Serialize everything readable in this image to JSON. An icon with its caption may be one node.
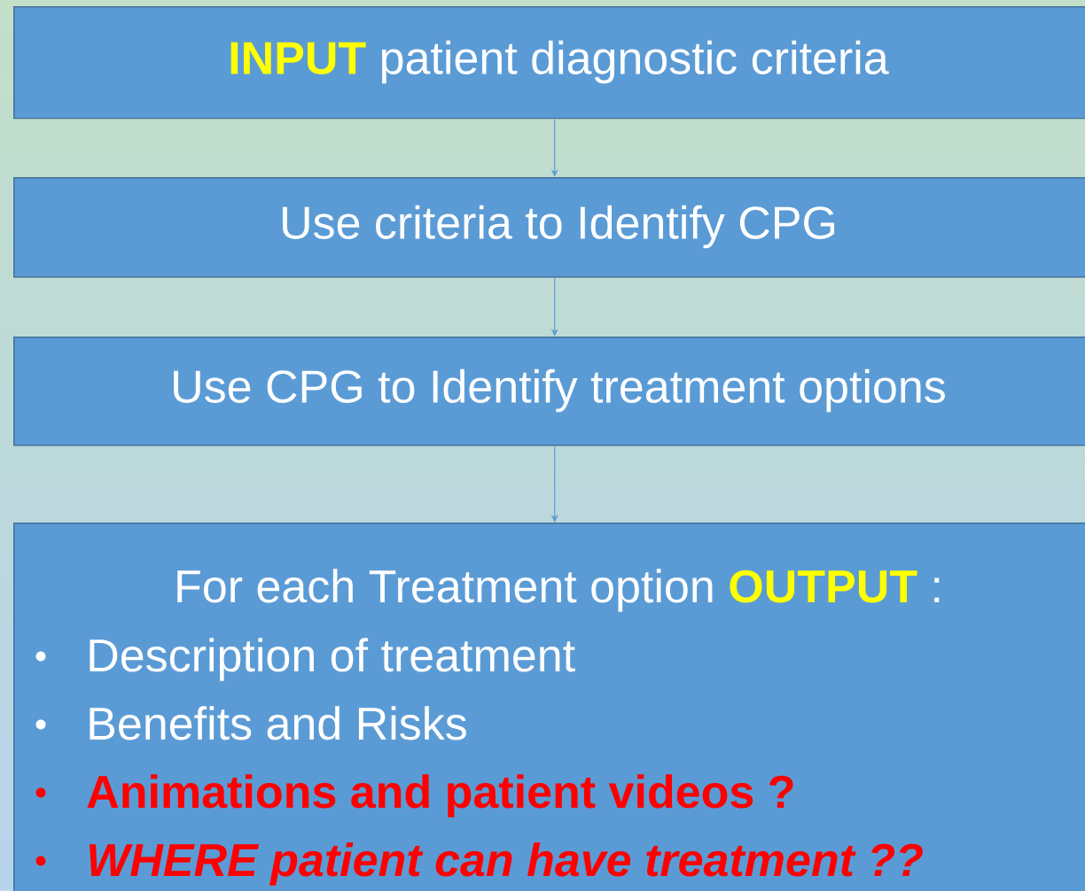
{
  "diagram": {
    "nodes": [
      {
        "text": [
          "INPUT",
          "patient diagnostic criteria"
        ]
      },
      {
        "text": [
          "Use criteria to Identify CPG"
        ]
      },
      {
        "text": [
          "Use CPG to Identify treatment options"
        ]
      },
      {
        "text": [
          "For each Treatment option",
          "OUTPUT",
          ":",
          "Description of treatment",
          "Benefits and Risks",
          "Animations and patient videos ?",
          "WHERE patient can have treatment ??"
        ]
      }
    ],
    "edges": [
      {
        "from": 0,
        "to": 1,
        "arrow": "to"
      },
      {
        "from": 1,
        "to": 2,
        "arrow": "to"
      },
      {
        "from": 2,
        "to": 3,
        "arrow": "to"
      }
    ]
  }
}
